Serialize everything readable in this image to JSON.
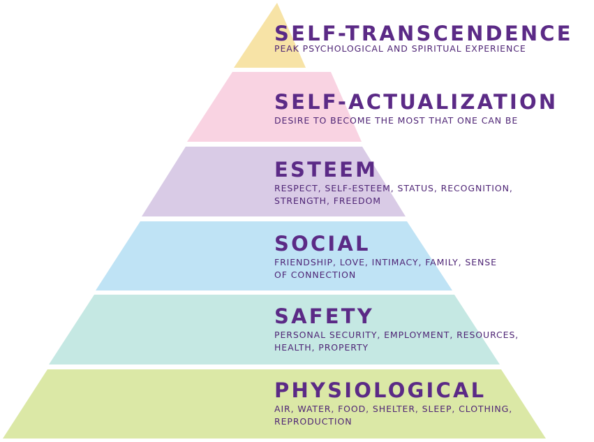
{
  "diagram": {
    "type": "pyramid",
    "tiers": [
      {
        "title": "SELF-TRANSCENDENCE",
        "description": [
          "PEAK PSYCHOLOGICAL AND SPIRITUAL EXPERIENCE"
        ],
        "color": "#f7e3a6"
      },
      {
        "title": "SELF-ACTUALIZATION",
        "description": [
          "DESIRE TO BECOME THE MOST THAT ONE CAN BE"
        ],
        "color": "#f9d3e2"
      },
      {
        "title": "ESTEEM",
        "description": [
          "RESPECT, SELF-ESTEEM, STATUS, RECOGNITION,",
          "STRENGTH, FREEDOM"
        ],
        "color": "#d9cbe6"
      },
      {
        "title": "SOCIAL",
        "description": [
          "FRIENDSHIP, LOVE, INTIMACY, FAMILY, SENSE",
          "OF CONNECTION"
        ],
        "color": "#bfe3f5"
      },
      {
        "title": "SAFETY",
        "description": [
          "PERSONAL SECURITY, EMPLOYMENT, RESOURCES,",
          "HEALTH, PROPERTY"
        ],
        "color": "#c5e8e3"
      },
      {
        "title": "PHYSIOLOGICAL",
        "description": [
          "AIR, WATER, FOOD, SHELTER, SLEEP, CLOTHING,",
          "REPRODUCTION"
        ],
        "color": "#dbe8a6"
      }
    ],
    "text_color": "#5b2a86"
  }
}
